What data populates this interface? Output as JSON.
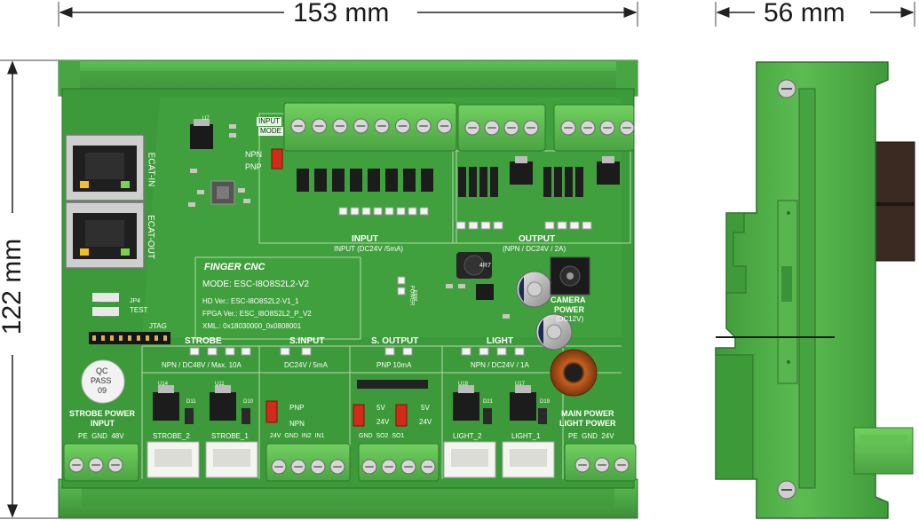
{
  "dimensions": {
    "width": "153 mm",
    "height": "122 mm",
    "depth": "56 mm"
  },
  "ethernet": {
    "in_label": "ECAT-IN",
    "out_label": "ECAT-OUT"
  },
  "input_mode": {
    "title_line1": "INPUT",
    "title_line2": "MODE",
    "npn": "NPN",
    "pnp": "PNP"
  },
  "input": {
    "title": "INPUT",
    "spec": "INPUT (DC24V /5mA)"
  },
  "output": {
    "title": "OUTPUT",
    "spec": "(NPN / DC24V / 2A)"
  },
  "module": {
    "brand": "FINGER CNC",
    "model": "MODE: ESC-I8O8S2L2-V2",
    "hd_ver": "HD Ver.: ESC-I8O8S2L2-V1_1",
    "fpga_ver": "FPGA Ver.: ESC_I8O8S2L2_P_V2",
    "xml": "XML.: 0x18030000_0x0808001"
  },
  "camera_power": {
    "line1": "CAMERA",
    "line2": "POWER",
    "spec": "(DC12V)"
  },
  "power_led": {
    "line1": "POWER",
    "line2": "ERR"
  },
  "test_label": "TEST",
  "jtag_label": "JTAG",
  "qc": {
    "line1": "QC",
    "line2": "PASS",
    "line3": "09"
  },
  "sections": {
    "strobe": {
      "title": "STROBE",
      "spec": "NPN / DC48V / Max. 10A"
    },
    "sinput": {
      "title": "S.INPUT",
      "spec": "DC24V / 5mA"
    },
    "soutput": {
      "title": "S. OUTPUT",
      "spec": "PNP 10mA"
    },
    "light": {
      "title": "LIGHT",
      "spec": "NPN / DC24V / 1A"
    }
  },
  "strobe_power": {
    "line1": "STROBE POWER",
    "line2": "INPUT",
    "terminals": "PE  GND  48V"
  },
  "main_power": {
    "line1": "MAIN POWER",
    "line2": "LIGHT POWER",
    "terminals": "PE  GND  24V"
  },
  "connectors": {
    "strobe2": "STROBE_2",
    "strobe1": "STROBE_1",
    "light2": "LIGHT_2",
    "light1": "LIGHT_1"
  },
  "sinput_terminals": "24V  GND  IN2  IN1",
  "soutput_terminals": "GND  SO2  SO1",
  "jumpers": {
    "pnp": "PNP",
    "npn": "NPN",
    "v5a": "5V",
    "v24a": "24V",
    "v5b": "5V",
    "v24b": "24V"
  },
  "chips": {
    "u7": "U7",
    "u14": "U14",
    "u11": "U11",
    "u18": "U18",
    "u17": "U17",
    "d11": "D11",
    "d10": "D10",
    "d21": "D21",
    "d19": "D19",
    "inductor": "4R7",
    "jp4": "JP4"
  },
  "colors": {
    "pcb": "#3f9a3c",
    "pcb_light": "#52b04a",
    "rail": "#4aa848",
    "terminal": "#5fc04f",
    "silk": "#ffffff"
  }
}
